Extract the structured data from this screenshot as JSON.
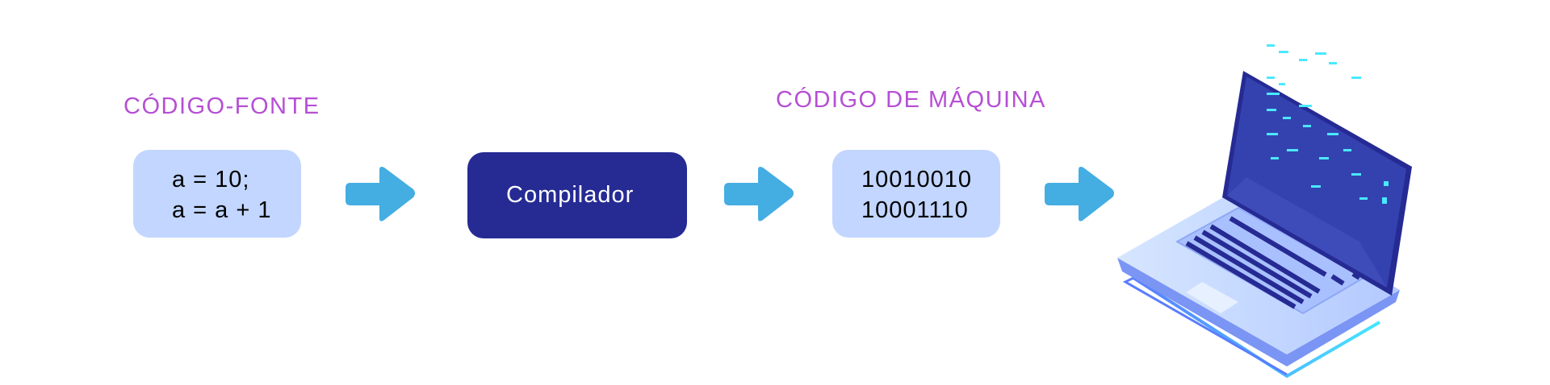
{
  "source": {
    "label": "CÓDIGO-FONTE",
    "lines": [
      "a = 10;",
      "a = a + 1"
    ]
  },
  "compiler": {
    "label": "Compilador"
  },
  "machine": {
    "label": "CÓDIGO DE MÁQUINA",
    "lines": [
      "10010010",
      "10001110"
    ]
  },
  "colors": {
    "label": "#b64fd4",
    "light_box": "#c2d6ff",
    "dark_box": "#262a93",
    "arrow": "#44ade2"
  }
}
